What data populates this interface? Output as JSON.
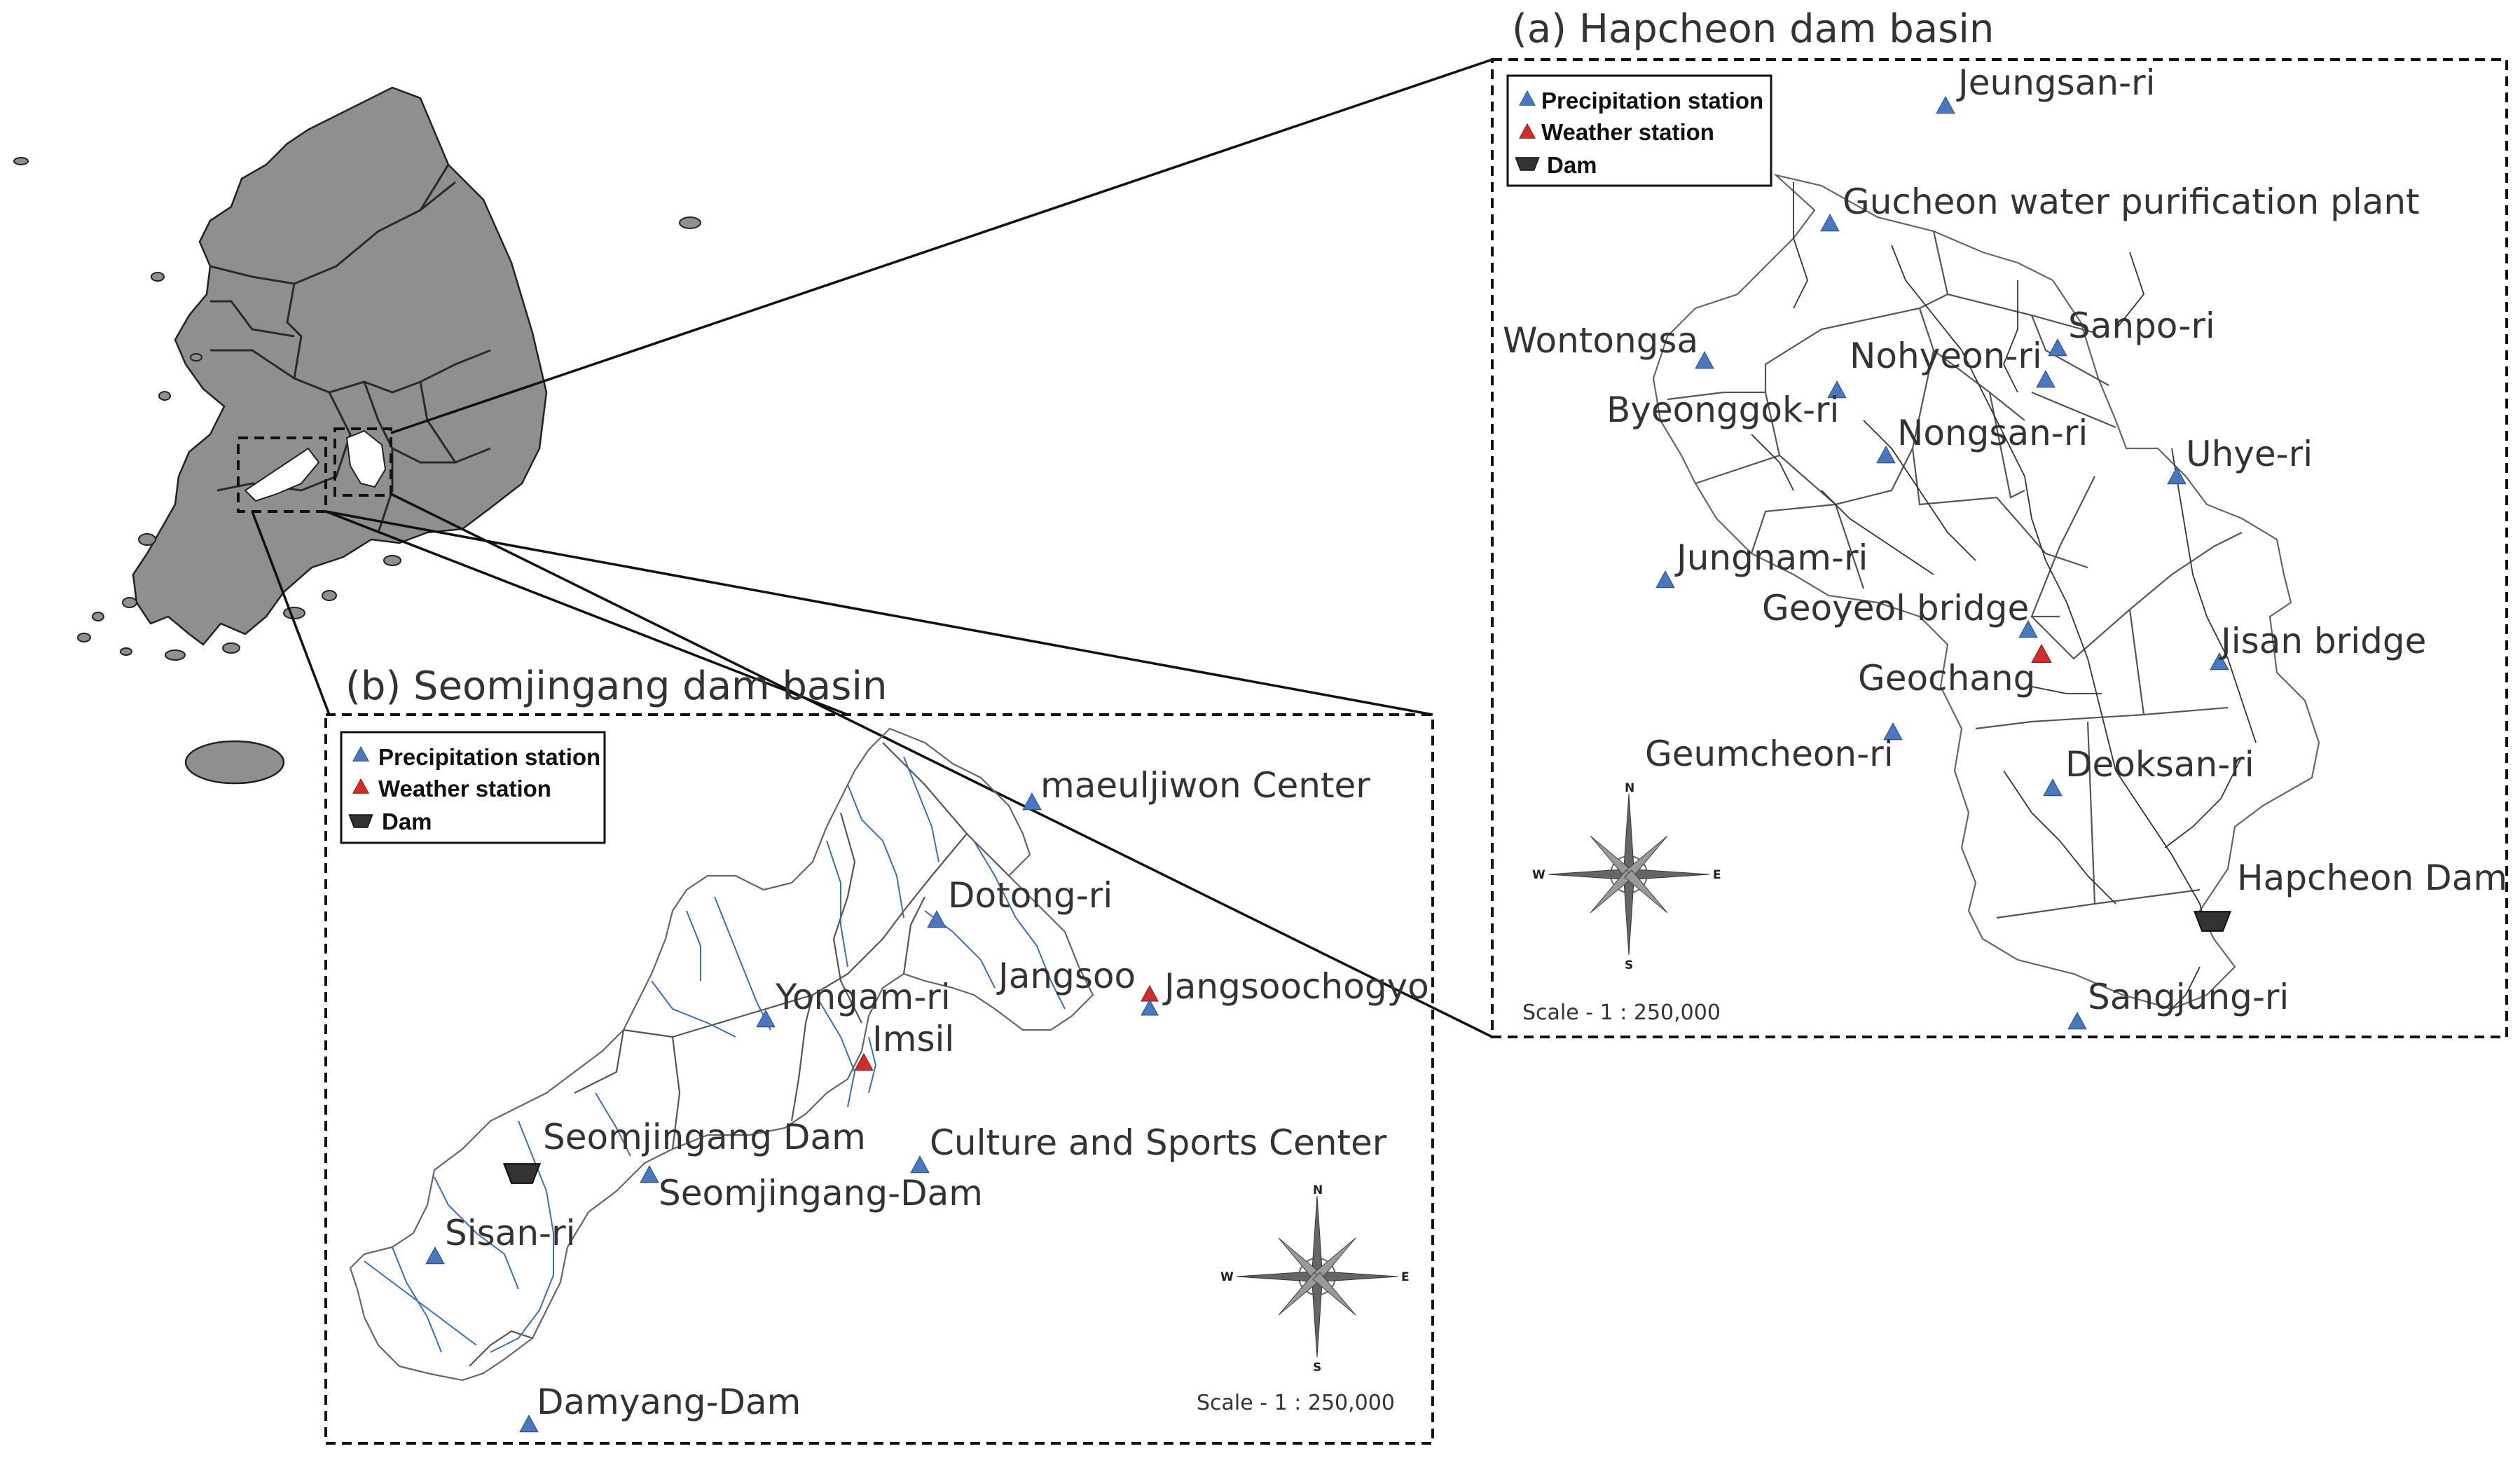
{
  "panel_a": {
    "title": "(a) Hapcheon dam basin",
    "legend": {
      "precipitation": "Precipitation station",
      "weather": "Weather station",
      "dam": "Dam"
    },
    "compass": {
      "n": "N",
      "s": "S",
      "e": "E",
      "w": "W"
    },
    "scale": "Scale - 1 : 250,000",
    "labels": {
      "jeungsan": "Jeungsan-ri",
      "gucheon": "Gucheon water purification plant",
      "wontongsa": "Wontongsa",
      "nohyeon": "Nohyeon-ri",
      "sanpo": "Sanpo-ri",
      "byeonggok": "Byeonggok-ri",
      "nongsan": "Nongsan-ri",
      "uhye": "Uhye-ri",
      "jungnam": "Jungnam-ri",
      "geoyeol": "Geoyeol bridge",
      "geochang": "Geochang",
      "jisan": "Jisan bridge",
      "geumcheon": "Geumcheon-ri",
      "deoksan": "Deoksan-ri",
      "hapcheon_dam": "Hapcheon Dam",
      "sangjung": "Sangjung-ri"
    }
  },
  "panel_b": {
    "title": "(b) Seomjingang dam basin",
    "legend": {
      "precipitation": "Precipitation station",
      "weather": "Weather station",
      "dam": "Dam"
    },
    "compass": {
      "n": "N",
      "s": "S",
      "e": "E",
      "w": "W"
    },
    "scale": "Scale - 1 : 250,000",
    "labels": {
      "maeuljiwon": "maeuljiwon Center",
      "dotong": "Dotong-ri",
      "jangsoo": "Jangsoo",
      "jangsoochogyo": "Jangsoochogyo",
      "yongam": "Yongam-ri",
      "imsil": "Imsil",
      "seomjingang_dam": "Seomjingang Dam",
      "culture": "Culture and Sports Center",
      "seomjingang_dam2": "Seomjingang-Dam",
      "sisan": "Sisan-ri",
      "damyang": "Damyang-Dam"
    }
  },
  "colors": {
    "precipitation_marker": "#4a78c0",
    "weather_marker": "#d42b2b",
    "dam_marker": "#333333",
    "korea_fill": "#8f8f8f",
    "river_b": "#3b6fb0"
  }
}
